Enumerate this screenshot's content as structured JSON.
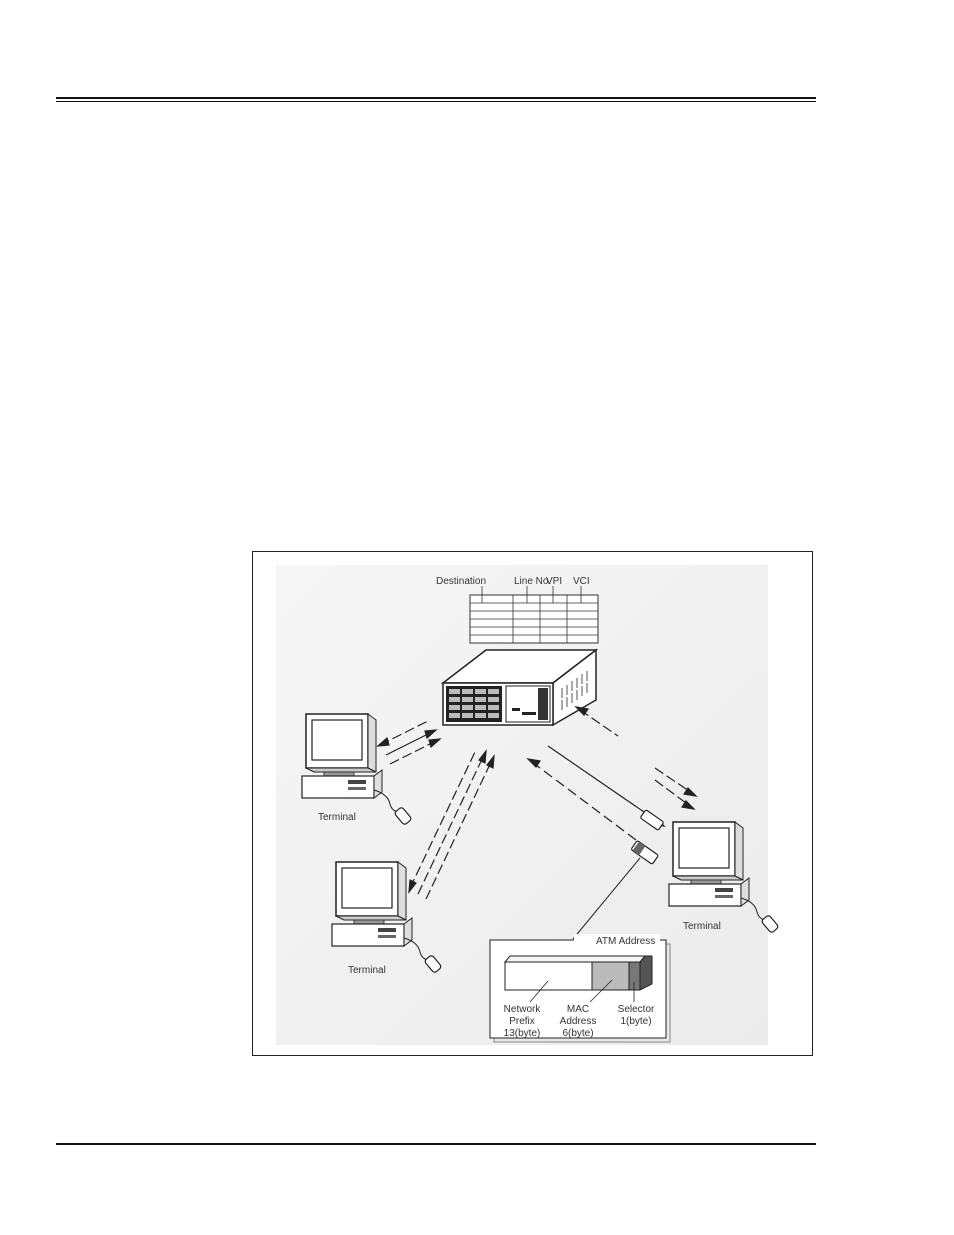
{
  "figure": {
    "table_headers": [
      "Destination",
      "Line No.",
      "VPI",
      "VCI"
    ],
    "terminal_labels": [
      "Terminal",
      "Terminal",
      "Terminal"
    ],
    "atm_address": {
      "title": "ATM Address",
      "segments": [
        {
          "lines": [
            "Network",
            "Prefix",
            "13(byte)"
          ]
        },
        {
          "lines": [
            "MAC",
            "Address",
            "6(byte)"
          ]
        },
        {
          "lines": [
            "Selector",
            "1(byte)"
          ]
        }
      ]
    }
  }
}
